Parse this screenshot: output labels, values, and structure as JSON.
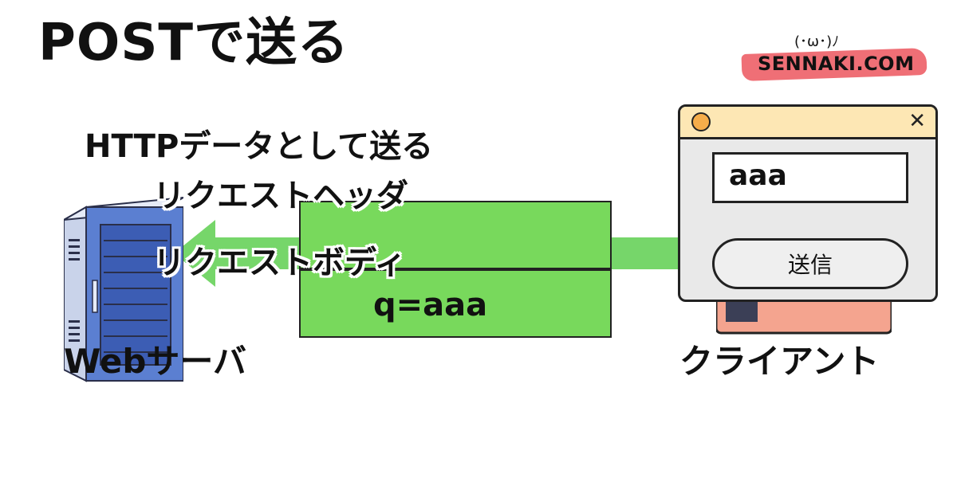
{
  "title": "POSTで送る",
  "logo": {
    "face": "(･ω･)ﾉ",
    "text": "SENNAKI.COM"
  },
  "headings": {
    "send_as_http": "HTTPデータとして送る",
    "request_header": "リクエストヘッダ",
    "request_body": "リクエストボディ"
  },
  "body_payload": "q=aaa",
  "labels": {
    "server": "Webサーバ",
    "client": "クライアント"
  },
  "window": {
    "input_value": "aaa",
    "submit_label": "送信",
    "close_glyph": "✕"
  },
  "colors": {
    "packet": "#78d95c",
    "arrow": "#76d66a",
    "logo_brush": "#ef6f76",
    "title_bar": "#fde7b4",
    "window_dot": "#f6ad4a"
  }
}
